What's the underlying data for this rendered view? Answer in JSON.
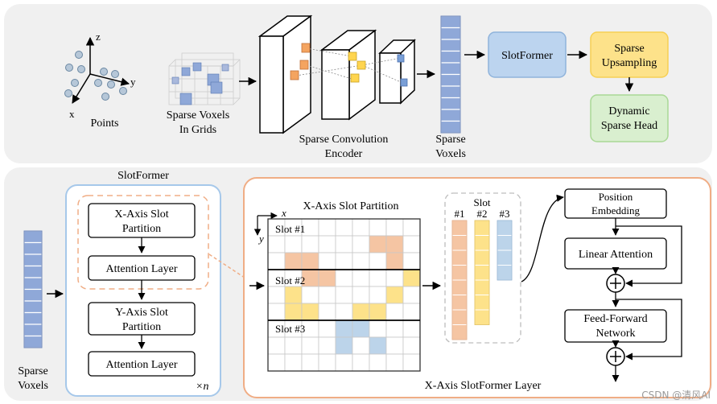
{
  "top": {
    "points_label": "Points",
    "axis_x": "x",
    "axis_y": "y",
    "axis_z": "z",
    "sparse_voxels_grid_l1": "Sparse Voxels",
    "sparse_voxels_grid_l2": "In Grids",
    "encoder_l1": "Sparse Convolution",
    "encoder_l2": "Encoder",
    "sparse_voxels_l1": "Sparse",
    "sparse_voxels_l2": "Voxels",
    "slotformer_box": "SlotFormer",
    "upsampling_l1": "Sparse",
    "upsampling_l2": "Upsampling",
    "head_l1": "Dynamic",
    "head_l2": "Sparse Head"
  },
  "bottom": {
    "slotformer_title": "SlotFormer",
    "input_l1": "Sparse",
    "input_l2": "Voxels",
    "x_partition_l1": "X-Axis Slot",
    "x_partition_l2": "Partition",
    "attention_1": "Attention Layer",
    "y_partition_l1": "Y-Axis Slot",
    "y_partition_l2": "Partition",
    "attention_2": "Attention Layer",
    "repeat_n": "×n",
    "partition_title": "X-Axis Slot Partition",
    "grid_axis_x": "x",
    "grid_axis_y": "y",
    "slot1": "Slot #1",
    "slot2": "Slot #2",
    "slot3": "Slot #3",
    "slot_header": "Slot",
    "slot_col1": "#1",
    "slot_col2": "#2",
    "slot_col3": "#3",
    "pos_embed_l1": "Position",
    "pos_embed_l2": "Embedding",
    "linear_attention": "Linear Attention",
    "ffn_l1": "Feed-Forward",
    "ffn_l2": "Network",
    "layer_caption": "X-Axis SlotFormer Layer",
    "watermark": "CSDN @清风AI"
  },
  "colors": {
    "panel_bg": "#f0f0f0",
    "slot_orange": "#f5c5a3",
    "slot_yellow": "#fde28a",
    "slot_blue": "#bcd4ea",
    "voxel_blue": "#8fa8d8",
    "slotformer_fill": "#bcd4ef",
    "upsampling_fill": "#fde28a",
    "head_fill": "#d9efcf",
    "cube_orange": "#f4a460",
    "cube_yellow": "#ffd54f",
    "cube_blue": "#7a9fd6",
    "inner_frame_blue": "#a6c8ea",
    "inner_frame_orange": "#f0ad85"
  }
}
